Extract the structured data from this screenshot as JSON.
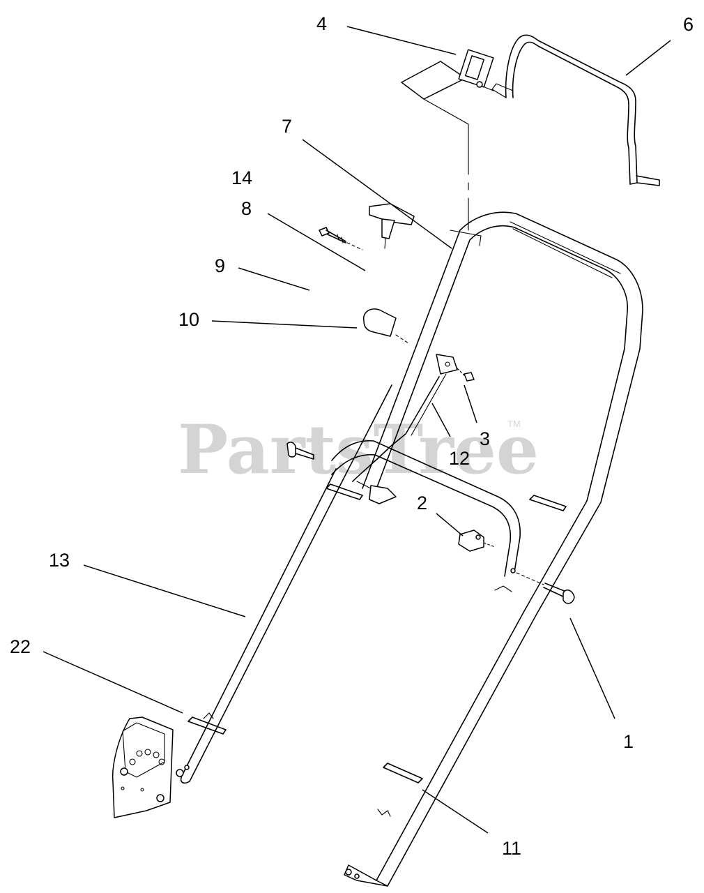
{
  "callouts": [
    {
      "id": "c4",
      "text": "4"
    },
    {
      "id": "c6",
      "text": "6"
    },
    {
      "id": "c7",
      "text": "7"
    },
    {
      "id": "c14",
      "text": "14"
    },
    {
      "id": "c8",
      "text": "8"
    },
    {
      "id": "c9",
      "text": "9"
    },
    {
      "id": "c10",
      "text": "10"
    },
    {
      "id": "c3",
      "text": "3"
    },
    {
      "id": "c12",
      "text": "12"
    },
    {
      "id": "c2",
      "text": "2"
    },
    {
      "id": "c13",
      "text": "13"
    },
    {
      "id": "c22",
      "text": "22"
    },
    {
      "id": "c1",
      "text": "1"
    },
    {
      "id": "c11",
      "text": "11"
    }
  ],
  "watermark": {
    "text": "PartsTree",
    "trademark": "TM"
  },
  "colors": {
    "line": "#000000",
    "background": "#ffffff",
    "watermark": "#d4d4d4"
  }
}
